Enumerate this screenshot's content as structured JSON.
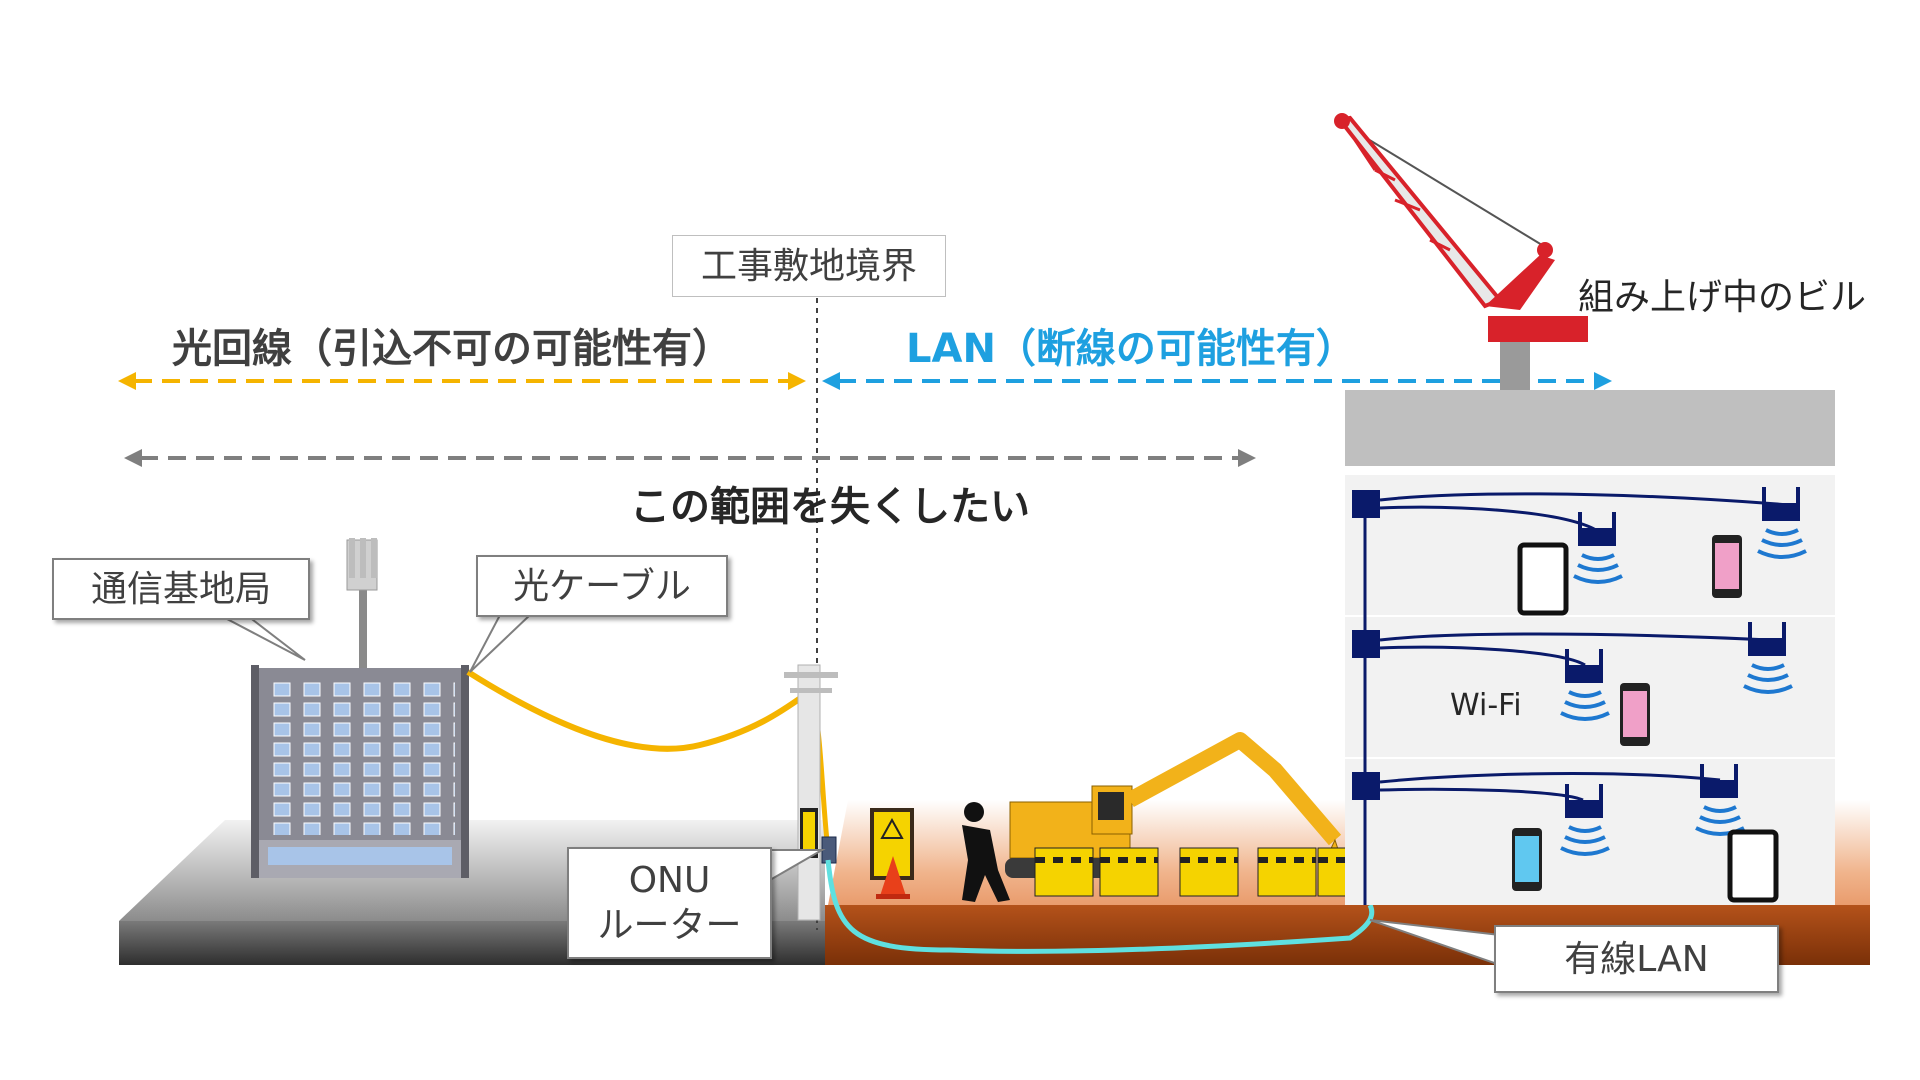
{
  "labels": {
    "boundary": "工事敷地境界",
    "fiber_range": "光回線（引込不可の可能性有）",
    "lan_range": "LAN（断線の可能性有）",
    "eliminate_range": "この範囲を失くしたい",
    "base_station": "通信基地局",
    "fiber_cable": "光ケーブル",
    "onu_line1": "ONU",
    "onu_line2": "ルーター",
    "wired_lan": "有線LAN",
    "building": "組み上げ中のビル",
    "wifi": "Wi-Fi"
  },
  "colors": {
    "fiber": "#f5b400",
    "lan": "#1ea0e0",
    "range_gray": "#7f7f7f",
    "lan_cable": "#5fe0e0",
    "network": "#0a1a6a",
    "crane": "#d8222a",
    "ground_dirt": "#a0460f"
  },
  "icons": [
    "antenna-icon",
    "office-building-icon",
    "utility-pole-icon",
    "crane-icon",
    "excavator-icon",
    "worker-icon",
    "barricade-icon",
    "warning-sign-icon",
    "traffic-cone-icon",
    "switch-icon",
    "wifi-router-icon",
    "smartphone-icon",
    "tablet-icon"
  ]
}
